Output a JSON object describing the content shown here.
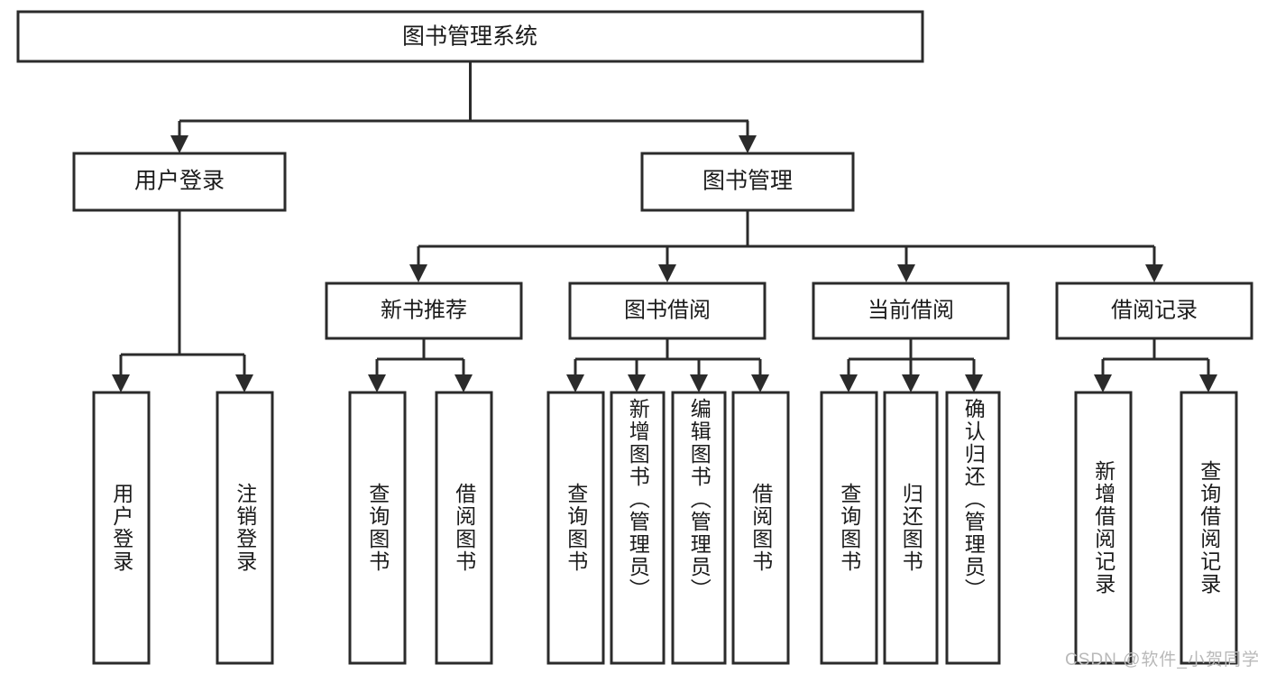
{
  "diagram": {
    "title": "图书管理系统",
    "type": "tree",
    "orientation": "top-down",
    "colors": {
      "box_fill": "#ffffff",
      "box_stroke": "#2b2b2b",
      "link_stroke": "#2b2b2b",
      "text": "#1b1b1b",
      "watermark": "#b9b9b9"
    },
    "root": {
      "label": "图书管理系统"
    },
    "level2": [
      {
        "label": "用户登录"
      },
      {
        "label": "图书管理"
      }
    ],
    "level3": [
      {
        "label": "新书推荐"
      },
      {
        "label": "图书借阅"
      },
      {
        "label": "当前借阅"
      },
      {
        "label": "借阅记录"
      }
    ],
    "leaves": {
      "user_login": [
        {
          "label": "用户登录"
        },
        {
          "label": "注销登录"
        }
      ],
      "new_book_recommend": [
        {
          "label": "查询图书"
        },
        {
          "label": "借阅图书"
        }
      ],
      "book_borrow": [
        {
          "label": "查询图书"
        },
        {
          "label": "新增图书（管理员）"
        },
        {
          "label": "编辑图书（管理员）"
        },
        {
          "label": "借阅图书"
        }
      ],
      "current_borrow": [
        {
          "label": "查询图书"
        },
        {
          "label": "归还图书"
        },
        {
          "label": "确认归还（管理员）"
        }
      ],
      "borrow_record": [
        {
          "label": "新增借阅记录"
        },
        {
          "label": "查询借阅记录"
        }
      ]
    }
  },
  "watermark": {
    "text": "CSDN @软件_小贺同学"
  }
}
